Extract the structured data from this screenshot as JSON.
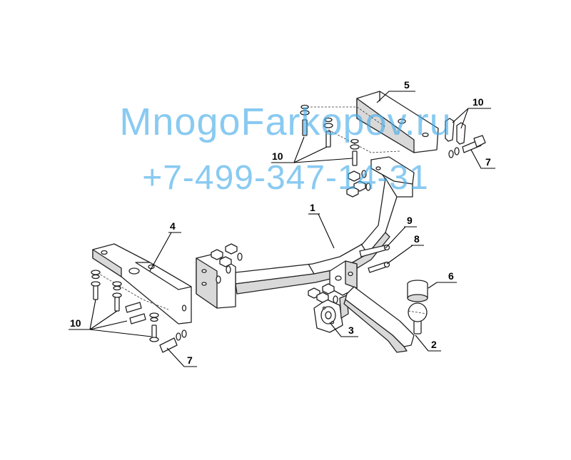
{
  "watermark": {
    "site": "MnogoFarkopov.ru",
    "phone": "+7-499-347-14-31",
    "color": "#40aae8"
  },
  "callouts": {
    "part_1": "1",
    "part_2": "2",
    "part_3": "3",
    "part_4": "4",
    "part_5": "5",
    "part_6": "6",
    "part_7_right": "7",
    "part_7_left": "7",
    "part_8": "8",
    "part_9": "9",
    "part_10_top_right": "10",
    "part_10_top_left": "10",
    "part_10_bottom_left": "10"
  }
}
